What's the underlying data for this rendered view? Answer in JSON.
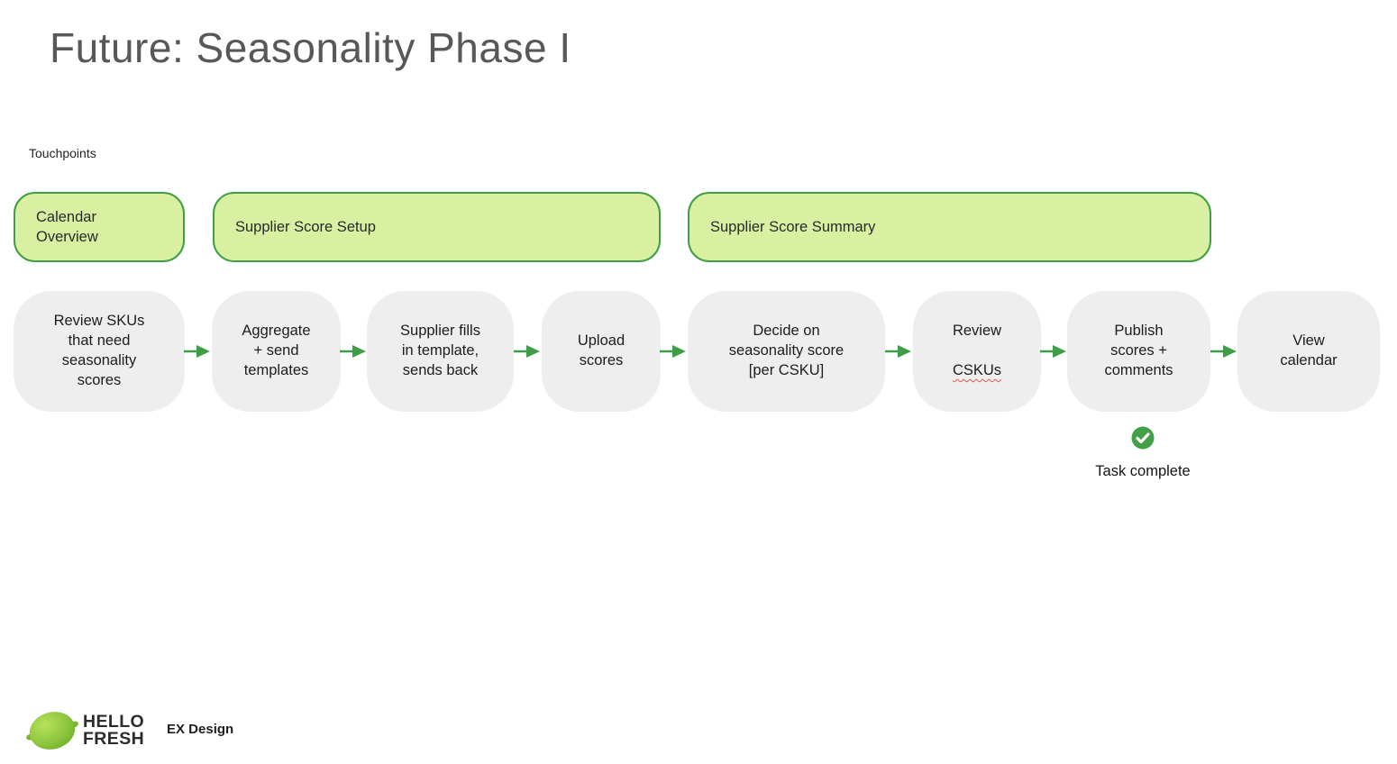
{
  "slide": {
    "title": "Future: Seasonality Phase I",
    "section_label": "Touchpoints"
  },
  "touchpoints": [
    {
      "label": "Calendar\nOverview"
    },
    {
      "label": "Supplier Score Setup"
    },
    {
      "label": "Supplier Score Summary"
    }
  ],
  "steps": [
    {
      "label": "Review SKUs\nthat need\nseasonality\nscores"
    },
    {
      "label": "Aggregate\n+ send\ntemplates"
    },
    {
      "label": "Supplier fills\nin template,\nsends back"
    },
    {
      "label": "Upload\nscores"
    },
    {
      "label": "Decide on\nseasonality score\n[per CSKU]"
    },
    {
      "line1": "Review",
      "line2": "CSKUs"
    },
    {
      "label": "Publish\nscores +\ncomments"
    },
    {
      "label": "View\ncalendar"
    }
  ],
  "annotation": {
    "icon": "check-circle-icon",
    "label": "Task complete"
  },
  "footer": {
    "brand_line1": "HELLO",
    "brand_line2": "FRESH",
    "team_label": "EX Design"
  },
  "colors": {
    "touchpoint_fill": "#d9f0a2",
    "touchpoint_border": "#3f9e46",
    "step_fill": "#eeeeee",
    "arrow_green": "#3f9d49",
    "check_green": "#43a047",
    "squiggle_red": "#e0584d",
    "brand_lime": "#8dc63f",
    "title_gray": "#58585a"
  }
}
